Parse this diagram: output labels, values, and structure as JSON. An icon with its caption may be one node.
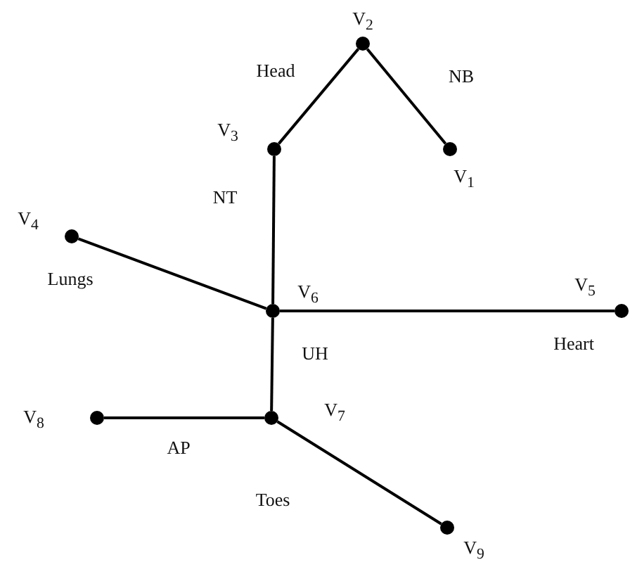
{
  "diagram": {
    "nodes": [
      {
        "text": [],
        "shape": "circle",
        "beside": [
          "V$_{1}$"
        ]
      },
      {
        "text": [],
        "shape": "circle",
        "beside": [
          "V$_{2}$"
        ]
      },
      {
        "text": [],
        "shape": "circle",
        "beside": [
          "V$_{3}$"
        ]
      },
      {
        "text": [],
        "shape": "circle",
        "beside": [
          "V$_{4}$"
        ]
      },
      {
        "text": [],
        "shape": "circle",
        "beside": [
          "V$_{5}$"
        ]
      },
      {
        "text": [],
        "shape": "circle",
        "beside": [
          "V$_{6}$"
        ]
      },
      {
        "text": [],
        "shape": "circle",
        "beside": [
          "V$_{7}$"
        ]
      },
      {
        "text": [],
        "shape": "circle",
        "beside": [
          "V$_{8}$"
        ]
      },
      {
        "text": [],
        "shape": "circle",
        "beside": [
          "V$_{9}$"
        ]
      }
    ],
    "edges": [
      {
        "from": 2,
        "to": 1,
        "arrow": "none",
        "label": "Head"
      },
      {
        "from": 1,
        "to": 0,
        "arrow": "none",
        "label": "NB"
      },
      {
        "from": 2,
        "to": 5,
        "arrow": "none",
        "label": "NT"
      },
      {
        "from": 3,
        "to": 5,
        "arrow": "none",
        "label": "Lungs"
      },
      {
        "from": 5,
        "to": 4,
        "arrow": "none",
        "label": "Heart"
      },
      {
        "from": 5,
        "to": 6,
        "arrow": "none",
        "label": "UH"
      },
      {
        "from": 7,
        "to": 6,
        "arrow": "none",
        "label": "AP"
      },
      {
        "from": 6,
        "to": 8,
        "arrow": "none",
        "label": "Toes"
      }
    ]
  }
}
